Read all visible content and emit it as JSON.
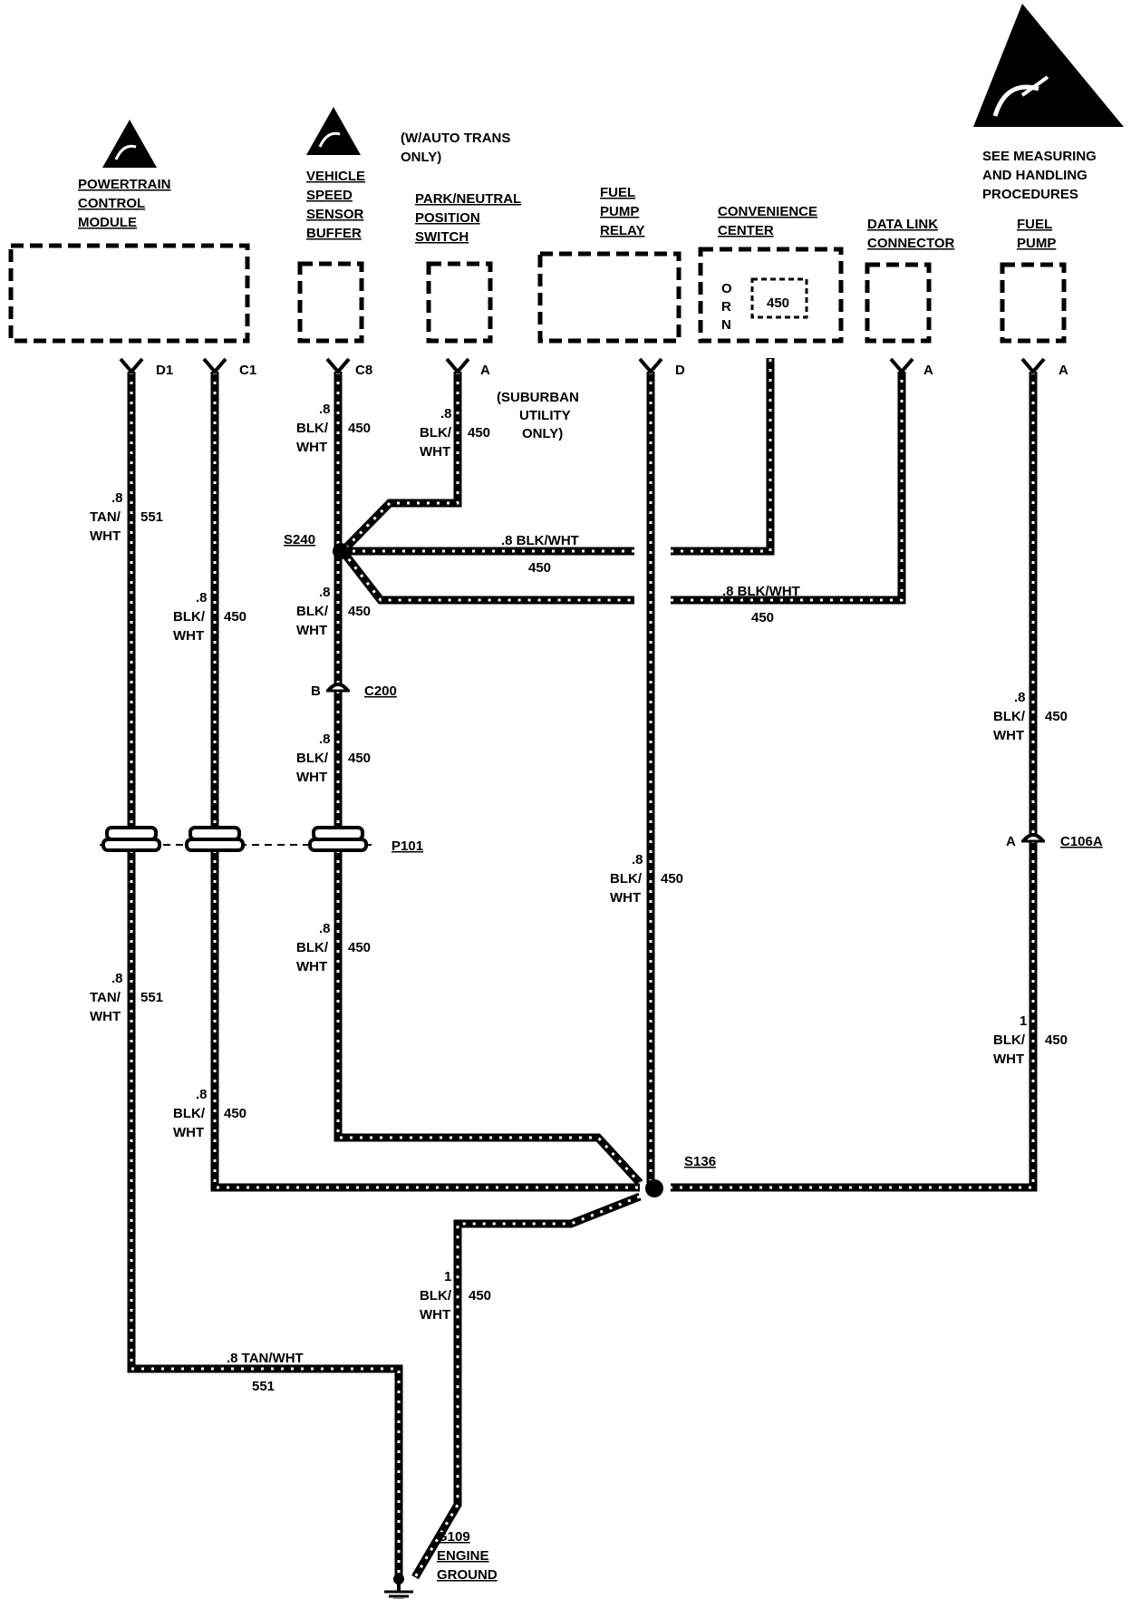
{
  "components": {
    "pcm": [
      "POWERTRAIN",
      "CONTROL",
      "MODULE"
    ],
    "vss_buffer": [
      "VEHICLE",
      "SPEED",
      "SENSOR",
      "BUFFER"
    ],
    "auto_trans_note": [
      "(W/AUTO TRANS",
      "ONLY)"
    ],
    "park_neutral": [
      "PARK/NEUTRAL",
      "POSITION",
      "SWITCH"
    ],
    "fuel_pump_relay": [
      "FUEL",
      "PUMP",
      "RELAY"
    ],
    "convenience_center": [
      "CONVENIENCE",
      "CENTER"
    ],
    "data_link": [
      "DATA LINK",
      "CONNECTOR"
    ],
    "fuel_pump": [
      "FUEL",
      "PUMP"
    ],
    "esd_note": [
      "SEE MEASURING",
      "AND HANDLING",
      "PROCEDURES"
    ],
    "suburban_note": [
      "(SUBURBAN",
      "UTILITY",
      "ONLY)"
    ],
    "engine_ground": [
      "G109",
      "ENGINE",
      "GROUND"
    ]
  },
  "convenience_letters": [
    "O",
    "R",
    "N"
  ],
  "convenience_circuit": "450",
  "pins": {
    "pcm_d1": "D1",
    "pcm_c1": "C1",
    "vss_c8": "C8",
    "pnp_a": "A",
    "relay_d": "D",
    "dlc_a": "A",
    "fp_a": "A",
    "c200_b": "B",
    "c106a_a": "A"
  },
  "splices": {
    "s240": "S240",
    "s136": "S136",
    "c200": "C200",
    "p101": "P101",
    "c106a": "C106A"
  },
  "wire_labels": {
    "gauge_8": ".8",
    "gauge_1": "1",
    "tan_wht": "TAN/",
    "blk_wht": "BLK/",
    "wht": "WHT",
    "c551": "551",
    "c450": "450",
    "blkwht_h": ".8 BLK/WHT",
    "tanwht_h": ".8 TAN/WHT"
  }
}
